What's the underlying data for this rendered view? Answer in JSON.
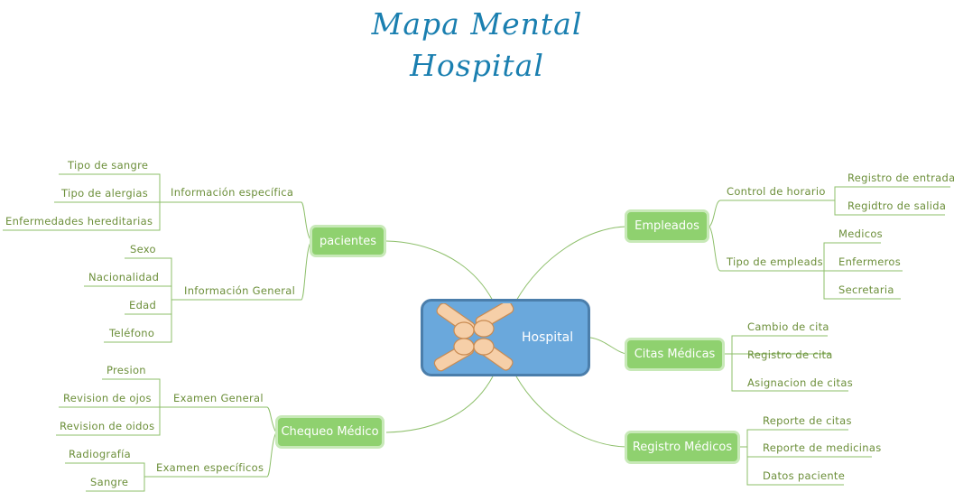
{
  "title": {
    "line1": "Mapa Mental",
    "line2": "Hospital"
  },
  "center": {
    "label": "Hospital",
    "icon": "teamwork-hands-icon"
  },
  "branches": {
    "pacientes": {
      "label": "pacientes",
      "sub1": {
        "label": "Información específica",
        "items": [
          "Tipo de sangre",
          "Tipo de alergias",
          "Enfermedades hereditarias"
        ]
      },
      "sub2": {
        "label": "Información General",
        "items": [
          "Sexo",
          "Nacionalidad",
          "Edad",
          "Teléfono"
        ]
      }
    },
    "chequeo": {
      "label": "Chequeo Médico",
      "sub1": {
        "label": "Examen General",
        "items": [
          "Presion",
          "Revision de ojos",
          "Revision de oidos"
        ]
      },
      "sub2": {
        "label": "Examen específicos",
        "items": [
          "Radiografía",
          "Sangre"
        ]
      }
    },
    "empleados": {
      "label": "Empleados",
      "sub1": {
        "label": "Control de horario",
        "items": [
          "Registro de entrada",
          "Regidtro de salida"
        ]
      },
      "sub2": {
        "label": "Tipo de empleads",
        "items": [
          "Medicos",
          "Enfermeros",
          "Secretaria"
        ]
      }
    },
    "citas": {
      "label": "Citas Médicas",
      "items": [
        "Cambio de cita",
        "Registro de cita",
        "Asignacion de citas"
      ]
    },
    "registro": {
      "label": "Registro Médicos",
      "items": [
        "Reporte de citas",
        "Reporte de medicinas",
        "Datos paciente"
      ]
    }
  },
  "colors": {
    "title": "#1a7fb0",
    "node": "#8fd16f",
    "center": "#6aa8dc",
    "line": "#8dbf6a",
    "leaf_text": "#6c8f3a"
  }
}
